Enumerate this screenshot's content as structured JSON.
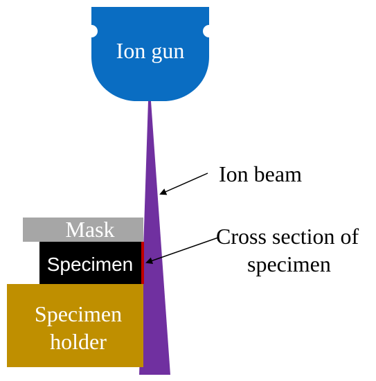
{
  "labels": {
    "ion_gun": "Ion gun",
    "ion_beam": "Ion beam",
    "mask": "Mask",
    "specimen": "Specimen",
    "holder_line1": "Specimen",
    "holder_line2": "holder",
    "cross_section_line1": "Cross section of",
    "cross_section_line2": "specimen"
  },
  "colors": {
    "ion_gun": "#0a6dc2",
    "ion_beam": "#7030a0",
    "mask": "#a6a6a6",
    "specimen": "#000000",
    "cross_section": "#c00000",
    "holder": "#bf8f00",
    "label_light": "#ffffff",
    "label_dark": "#000000",
    "arrow": "#000000"
  }
}
